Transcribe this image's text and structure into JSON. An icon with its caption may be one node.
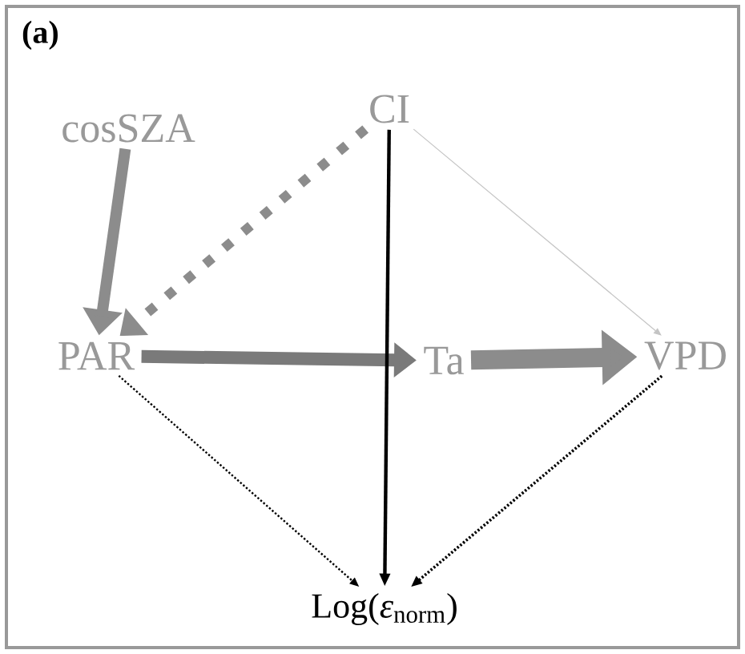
{
  "diagram": {
    "nodes": [
      {
        "text": [
          "cosSZA"
        ]
      },
      {
        "text": [
          "CI"
        ]
      },
      {
        "text": [
          "PAR"
        ]
      },
      {
        "text": [
          "Ta"
        ]
      },
      {
        "text": [
          "VPD"
        ]
      },
      {
        "text": [
          "Log(*ε*$_{norm}$)"
        ]
      }
    ],
    "edges": [
      {
        "from": 0,
        "to": 2,
        "arrow": "to",
        "style": "thick",
        "color": "#8c8c8c"
      },
      {
        "from": 1,
        "to": 2,
        "arrow": "to",
        "style": "dashed",
        "color": "#8c8c8c"
      },
      {
        "from": 1,
        "to": 4,
        "arrow": "to",
        "color": "#c4c4c4"
      },
      {
        "from": 2,
        "to": 3,
        "arrow": "to",
        "style": "thick",
        "color": "#7a7a7a"
      },
      {
        "from": 3,
        "to": 4,
        "arrow": "to",
        "style": "thick",
        "color": "#8c8c8c"
      },
      {
        "from": 1,
        "to": 5,
        "arrow": "to",
        "color": "#000000"
      },
      {
        "from": 2,
        "to": 5,
        "arrow": "to",
        "style": "dashed",
        "color": "#000000"
      },
      {
        "from": 4,
        "to": 5,
        "arrow": "to",
        "style": "dashed",
        "color": "#000000"
      }
    ],
    "labels": [
      "(a)"
    ]
  }
}
